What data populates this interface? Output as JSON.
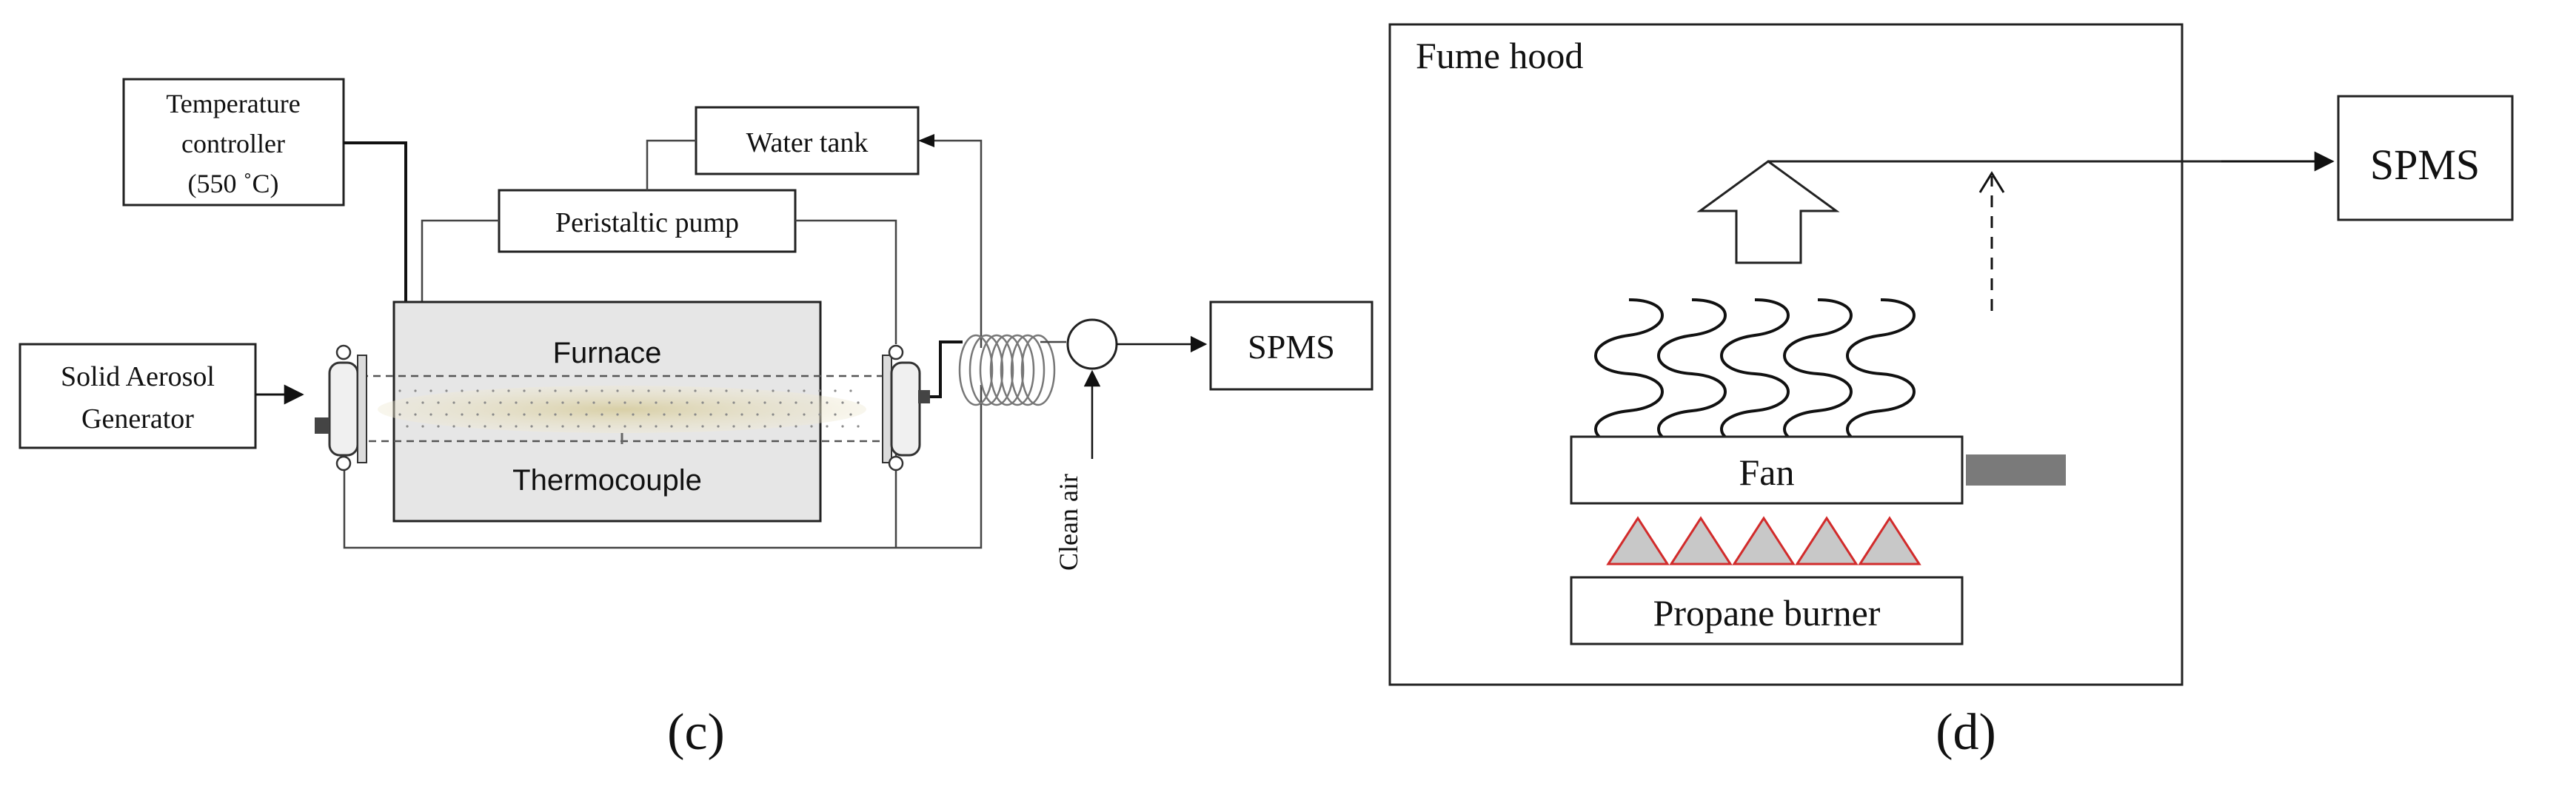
{
  "panel_c": {
    "temperature_controller": [
      "Temperature",
      "controller",
      "(550 ˚C)"
    ],
    "water_tank": "Water tank",
    "peristaltic_pump": "Peristaltic pump",
    "solid_aerosol_generator": [
      "Solid Aerosol",
      "Generator"
    ],
    "furnace": "Furnace",
    "thermocouple": "Thermocouple",
    "clean_air": "Clean air",
    "spms": "SPMS",
    "caption": "(c)"
  },
  "panel_d": {
    "fume_hood": "Fume hood",
    "fan": "Fan",
    "propane_burner": "Propane burner",
    "spms": "SPMS",
    "caption": "(d)"
  },
  "colors": {
    "furnace_fill": "#e6e6e6",
    "flame_fill": "#c8c8c8",
    "flame_stroke": "#d22b2b",
    "motor_fill": "#7a7a7a",
    "aerosol_plume": "#e2d9b8"
  }
}
